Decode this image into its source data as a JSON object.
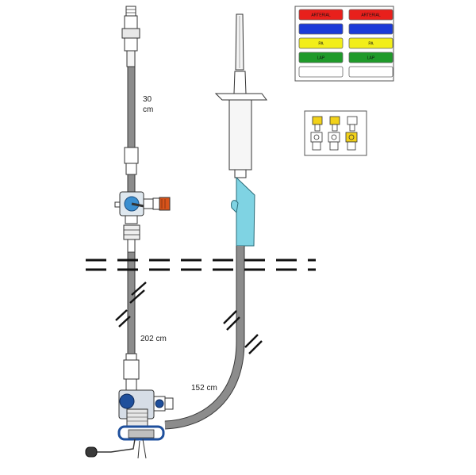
{
  "labels": {
    "length_top_value": "30",
    "length_top_unit": "cm",
    "length_mid": "202 cm",
    "length_right": "152 cm"
  },
  "color_key": {
    "rows": [
      {
        "left": "ARTERIAL",
        "right": "ARTERIAL",
        "color": "#e8201c"
      },
      {
        "left": "",
        "right": "",
        "color": "#1c3bd8"
      },
      {
        "left": "PA",
        "right": "PA",
        "color": "#f2ee1a"
      },
      {
        "left": "LAP",
        "right": "LAP",
        "color": "#1f9a2a"
      },
      {
        "left": "",
        "right": "",
        "color": "#ffffff"
      }
    ]
  },
  "colors": {
    "tubing": "#8c8c8c",
    "tubing_outline": "#3a3a3a",
    "stopcock_blue": "#3b8fd0",
    "chamber_cyan": "#7fd3e3",
    "transducer_blue": "#1e4f9c",
    "cap_orange": "#d8531a"
  }
}
